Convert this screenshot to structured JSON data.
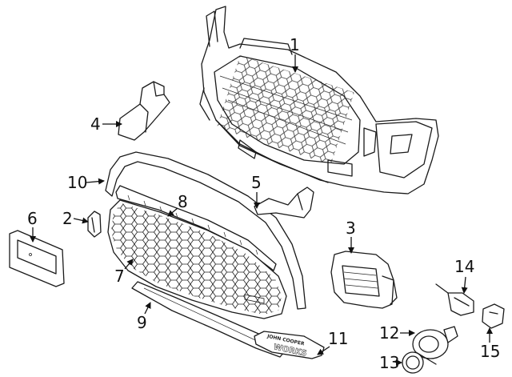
{
  "callouts": {
    "c1": "1",
    "c2": "2",
    "c3": "3",
    "c4": "4",
    "c5": "5",
    "c6": "6",
    "c7": "7",
    "c8": "8",
    "c9": "9",
    "c10": "10",
    "c11": "11",
    "c12": "12",
    "c13": "13",
    "c14": "14",
    "c15": "15"
  },
  "emblem": {
    "main": "WORKS",
    "small": "JOHN COOPER"
  }
}
